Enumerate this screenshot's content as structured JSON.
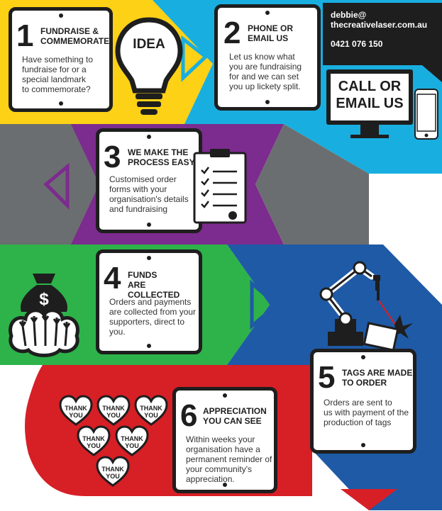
{
  "steps": [
    {
      "num": "1",
      "title_l1": "FUNDRAISE &",
      "title_l2": "COMMEMORATE",
      "body": [
        "Have something to",
        "fundraise for or a",
        "special landmark",
        "to commemorate?"
      ]
    },
    {
      "num": "2",
      "title_l1": "PHONE OR",
      "title_l2": "EMAIL US",
      "body": [
        "Let us know what",
        "you are fundraising",
        "for and we can set",
        "you up lickety split."
      ]
    },
    {
      "num": "3",
      "title_l1": "WE MAKE THE",
      "title_l2": "PROCESS EASY",
      "body": [
        "Customised order",
        "forms with your",
        "organisation's details",
        "and fundraising"
      ]
    },
    {
      "num": "4",
      "title_l1": "FUNDS",
      "title_l2": "ARE COLLECTED",
      "body": [
        "Orders and payments",
        "are collected from your",
        "supporters, direct to",
        "you."
      ]
    },
    {
      "num": "5",
      "title_l1": "TAGS ARE MADE",
      "title_l2": "TO ORDER",
      "body": [
        "Orders are sent to",
        "us with payment of the",
        "production of tags"
      ]
    },
    {
      "num": "6",
      "title_l1": "APPRECIATION",
      "title_l2": "YOU CAN SEE",
      "body": [
        "Within weeks your",
        "organisation have a",
        "permanent reminder of",
        "your community's",
        "appreciation."
      ]
    }
  ],
  "idea_label": "IDEA",
  "contact": {
    "email_l1": "debbie@",
    "email_l2": "thecreativelaser.com.au",
    "phone": "0421 076 150"
  },
  "call_l1": "CALL OR",
  "call_l2": "EMAIL US",
  "money_symbol": "$",
  "heart_l1": "THANK",
  "heart_l2": "YOU",
  "colors": {
    "yellow": "#fcd116",
    "cyan": "#19aee0",
    "grey": "#6b6e70",
    "purple": "#7c2b8e",
    "green": "#2db34a",
    "blue": "#1f5aa6",
    "red": "#d71f26",
    "dark": "#1e1e1e"
  }
}
